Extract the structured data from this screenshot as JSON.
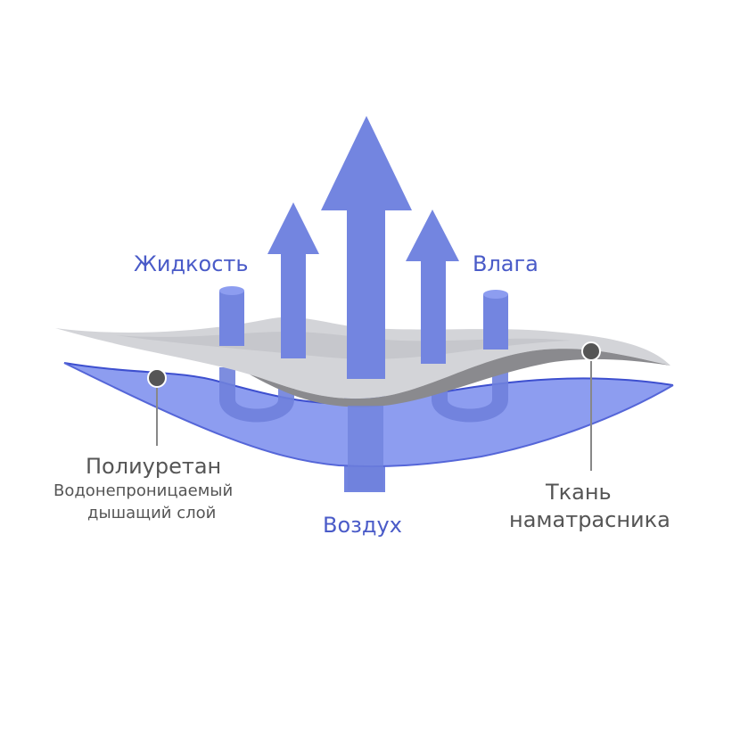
{
  "labels": {
    "liquid": "Жидкость",
    "moisture": "Влага",
    "air": "Воздух",
    "polyurethane": "Полиуретан",
    "polyurethane_desc_line1": "Водонепроницаемый",
    "polyurethane_desc_line2": "дышащий слой",
    "fabric_line1": "Ткань",
    "fabric_line2": "наматрасника"
  },
  "colors": {
    "arrow": "#7385e0",
    "arrow_dark": "#5a6cd0",
    "membrane": "#8d9df0",
    "membrane_edge": "#3d4fcf",
    "fabric": "#d3d4d8",
    "fabric_edge": "#8a8a8e",
    "label_blue": "#4a5bc8",
    "label_gray": "#555555",
    "leader": "#888888"
  },
  "icons": {
    "up_arrow": "up-arrow-icon",
    "pin": "leader-pin-icon"
  }
}
